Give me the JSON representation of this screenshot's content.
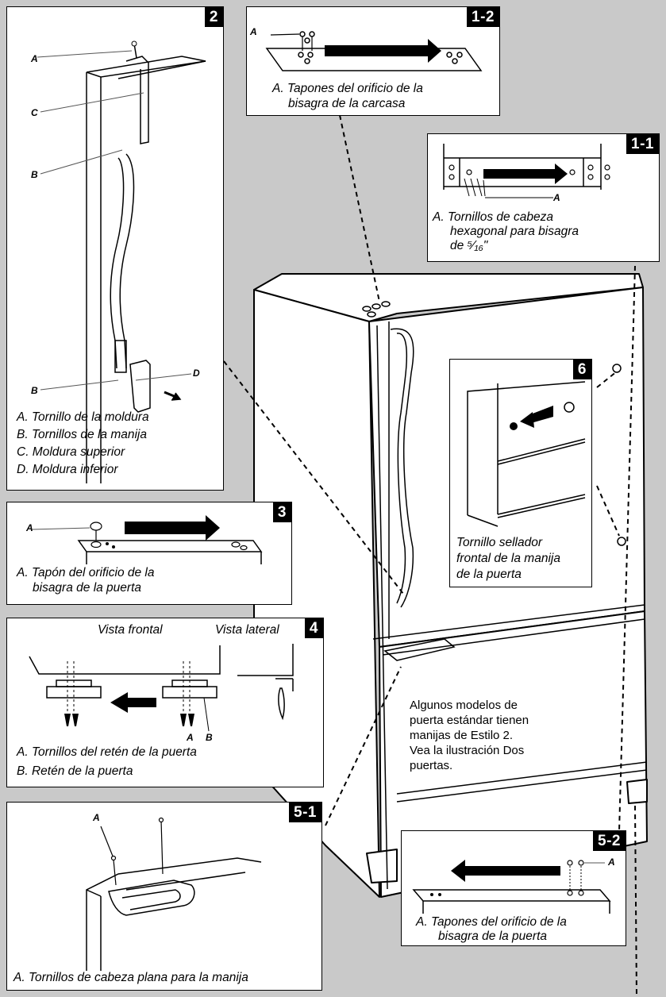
{
  "panel_1_1": {
    "badge": "1-1",
    "caption_line1": "A. Tornillos de cabeza",
    "caption_line2": "hexagonal para bisagra",
    "caption_line3": "de ⁵⁄₁₆\"",
    "label_a": "A"
  },
  "panel_1_2": {
    "badge": "1-2",
    "caption_line1": "A. Tapones del orificio de la",
    "caption_line2": "bisagra de la carcasa",
    "label_a": "A"
  },
  "panel_2": {
    "badge": "2",
    "label_a": "A",
    "label_b_top": "B",
    "label_b_bottom": "B",
    "label_c": "C",
    "label_d": "D",
    "legend": [
      "A. Tornillo de la moldura",
      "B. Tornillos de la manija",
      "C. Moldura superior",
      "D. Moldura inferior"
    ]
  },
  "panel_3": {
    "badge": "3",
    "label_a": "A",
    "caption_line1": "A. Tapón del orificio de la",
    "caption_line2": "bisagra de la puerta"
  },
  "panel_4": {
    "badge": "4",
    "front_view": "Vista frontal",
    "side_view": "Vista lateral",
    "label_a": "A",
    "label_b": "B",
    "legend": [
      "A. Tornillos del retén de la puerta",
      "B. Retén de la puerta"
    ]
  },
  "panel_5_1": {
    "badge": "5-1",
    "label_a": "A",
    "caption": "A. Tornillos de cabeza plana para la manija"
  },
  "panel_5_2": {
    "badge": "5-2",
    "label_a": "A",
    "caption_line1": "A. Tapones del orificio de la",
    "caption_line2": "bisagra de la puerta"
  },
  "panel_6": {
    "badge": "6",
    "caption_line1": "Tornillo sellador",
    "caption_line2": "frontal de la manija",
    "caption_line3": "de la puerta"
  },
  "note": {
    "line1": "Algunos modelos de",
    "line2": "puerta estándar tienen",
    "line3": "manijas de Estilo 2.",
    "line4": "Vea la ilustración Dos",
    "line5": "puertas."
  }
}
